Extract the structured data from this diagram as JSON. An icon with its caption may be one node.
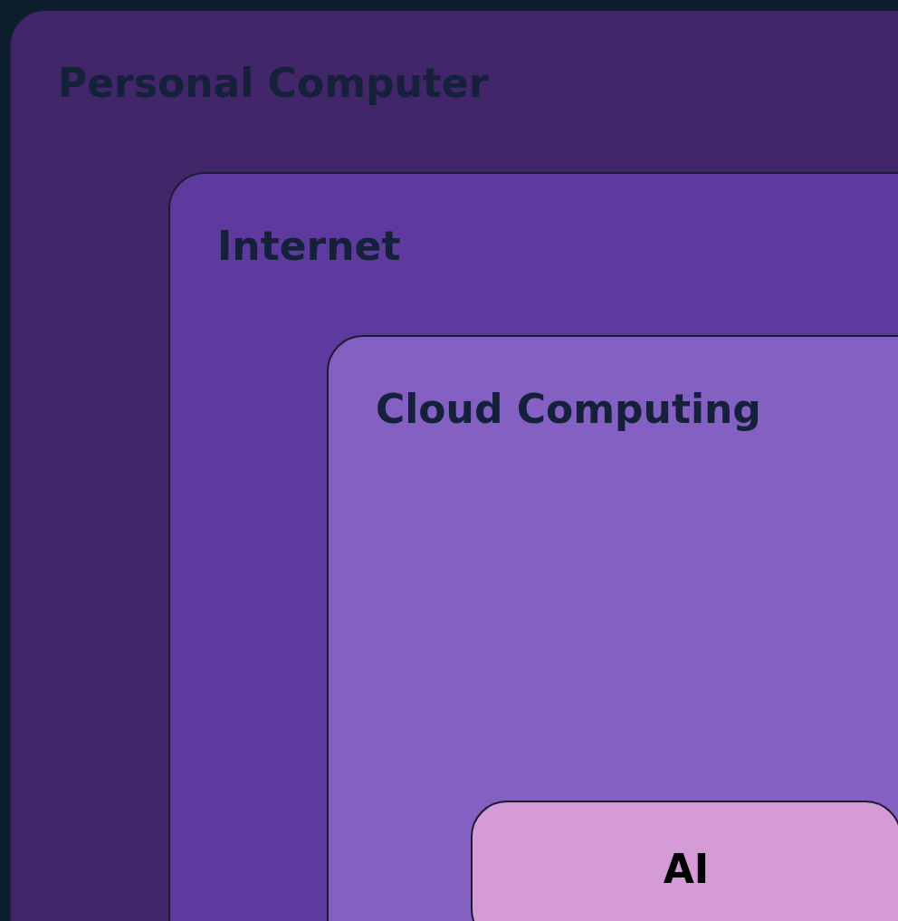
{
  "diagram": {
    "nodes": [
      {
        "text": [
          "Personal Computer"
        ]
      },
      {
        "text": [
          "Internet"
        ],
        "in": 0
      },
      {
        "text": [
          "Cloud Computing"
        ],
        "in": 1
      },
      {
        "text": [
          "AI"
        ],
        "in": 2
      }
    ]
  }
}
